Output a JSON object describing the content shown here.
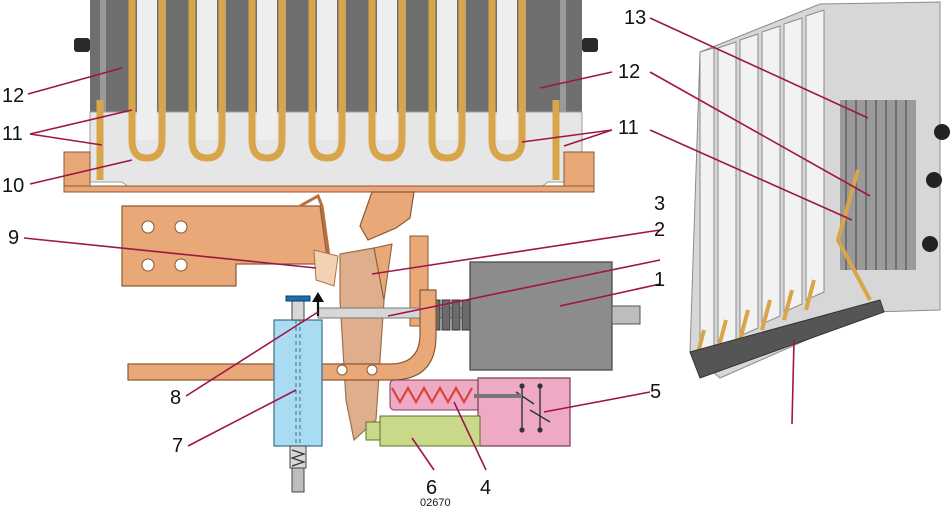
{
  "figure_code": "02670",
  "callouts": [
    "1",
    "2",
    "3",
    "4",
    "5",
    "6",
    "7",
    "8",
    "9",
    "10",
    "11",
    "12",
    "13"
  ],
  "colors": {
    "copper": "#e8a877",
    "copper_dark": "#b86f3c",
    "gold": "#d9a54a",
    "steel": "#8c8c8c",
    "steel_light": "#d7d7d7",
    "blue": "#a9dcf2",
    "green": "#c8d98a",
    "pink": "#eeaac4",
    "red": "#d8443c",
    "leader": "#a0144a"
  }
}
